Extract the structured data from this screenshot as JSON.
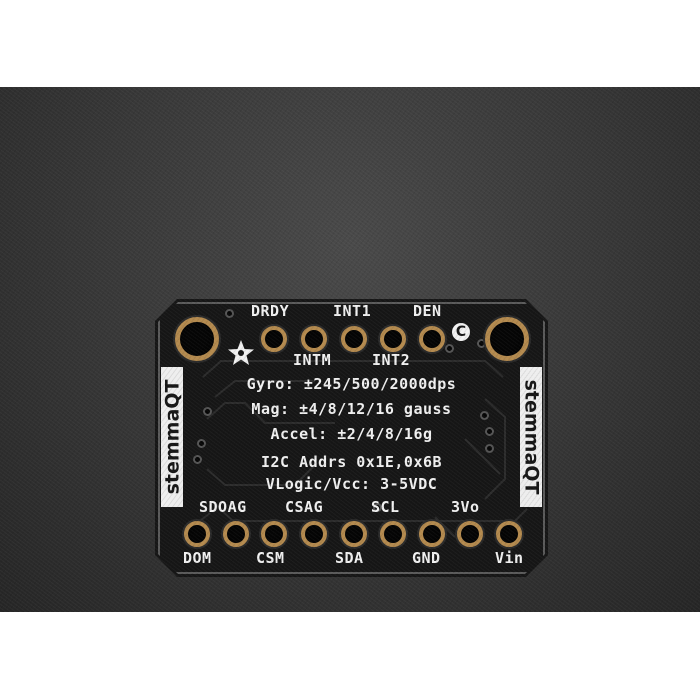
{
  "photo": {
    "description": "Adafruit LSM9DS1 9-DOF sensor breakout board, back view, on dark textured surface",
    "background_color": "#3a3a3a",
    "board_color": "#161616",
    "pad_color": "#b48a4e",
    "silkscreen_color": "#f2f2f2"
  },
  "board": {
    "top_pin_labels_upper": [
      "DRDY",
      "INT1",
      "DEN"
    ],
    "top_pin_labels_lower": [
      "INTM",
      "INT2"
    ],
    "specs": {
      "gyro": "Gyro: ±245/500/2000dps",
      "mag": "Mag: ±4/8/12/16 gauss",
      "accel": "Accel: ±2/4/8/16g",
      "i2c": "I2C Addrs 0x1E,0x6B",
      "vlogic": "VLogic/Vcc: 3-5VDC"
    },
    "bottom_pin_labels_upper": [
      "SDOAG",
      "CSAG",
      "SCL",
      "3Vo"
    ],
    "bottom_pin_labels_lower": [
      "DOM",
      "CSM",
      "SDA",
      "GND",
      "Vin"
    ],
    "stemma_left": "stemmaQT",
    "stemma_right": "stemmaQT",
    "copyright_symbol": "C",
    "logo": "adafruit-star"
  }
}
